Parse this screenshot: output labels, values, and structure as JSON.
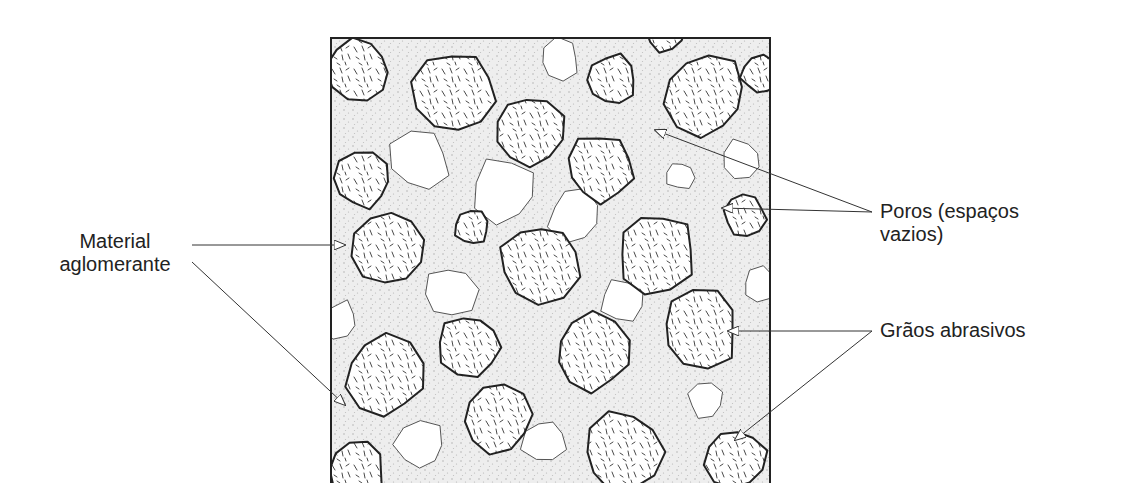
{
  "diagram": {
    "labels": [
      "Material aglomerante",
      "Poros (espaços vazios)",
      "Grãos abrasivos"
    ]
  }
}
